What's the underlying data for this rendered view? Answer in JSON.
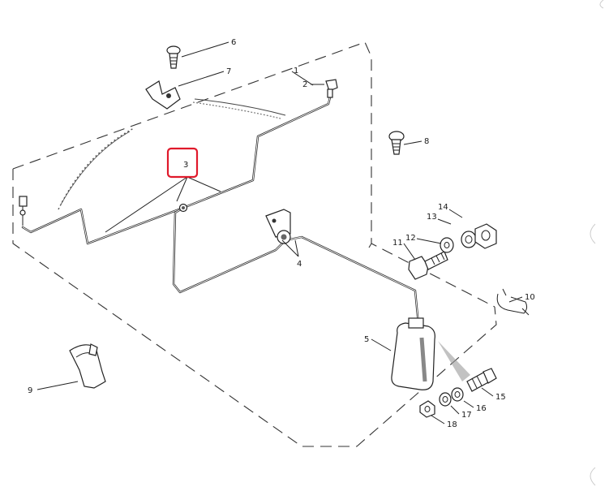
{
  "diagram": {
    "callouts": {
      "c1": "1",
      "c2": "2",
      "c3": "3",
      "c4": "4",
      "c5": "5",
      "c6": "6",
      "c7": "7",
      "c8": "8",
      "c9": "9",
      "c10": "10",
      "c11": "11",
      "c12": "12",
      "c13": "13",
      "c14": "14",
      "c15": "15",
      "c16": "16",
      "c17": "17",
      "c18": "18"
    },
    "highlighted_callout": "3",
    "highlight_color": "#e0192b"
  }
}
